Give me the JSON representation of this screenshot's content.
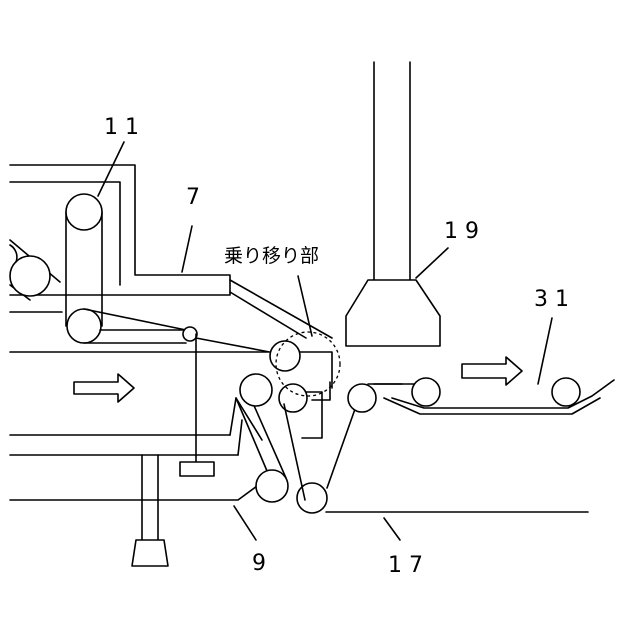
{
  "labels": {
    "n11": "1 1",
    "n7": "7",
    "n19": "1 9",
    "transfer": "乗り移り部",
    "n31": "3 1",
    "n9": "9",
    "n17": "1 7"
  },
  "colors": {
    "stroke": "#000000",
    "background": "#ffffff"
  }
}
